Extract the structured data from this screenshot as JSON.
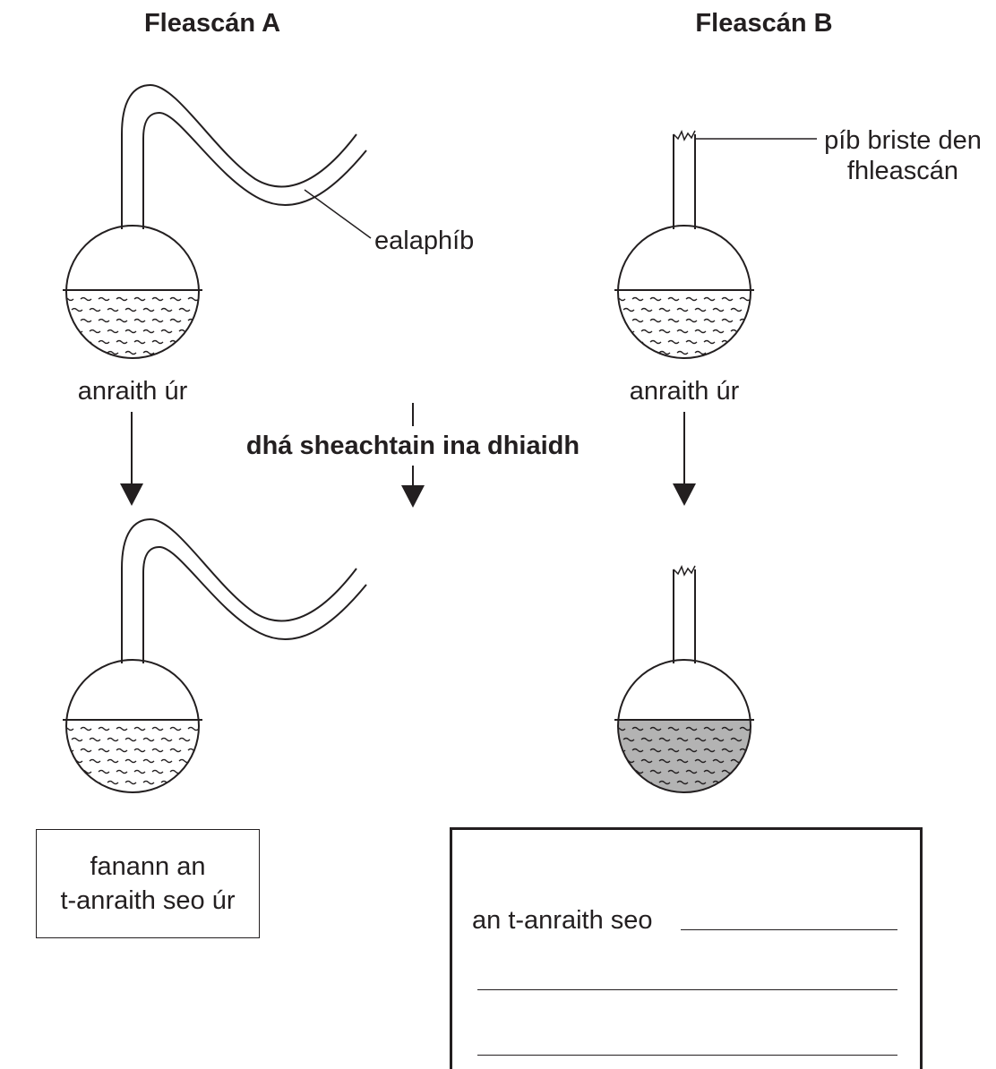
{
  "flask_a": {
    "title": "Fleascán A",
    "neck_label": "ealaphíb",
    "contents_label": "anraith úr"
  },
  "flask_b": {
    "title": "Fleascán B",
    "neck_label_line1": "píb briste den",
    "neck_label_line2": "fhleascán",
    "contents_label": "anraith úr"
  },
  "time_label": "dhá sheachtain ina dhiaidh",
  "result_a": {
    "line1": "fanann an",
    "line2": "t-anraith seo úr"
  },
  "result_b": {
    "prompt": "an t-anraith seo"
  },
  "colors": {
    "ink": "#231f20",
    "spoiled_soup": "#b3b3b3"
  }
}
